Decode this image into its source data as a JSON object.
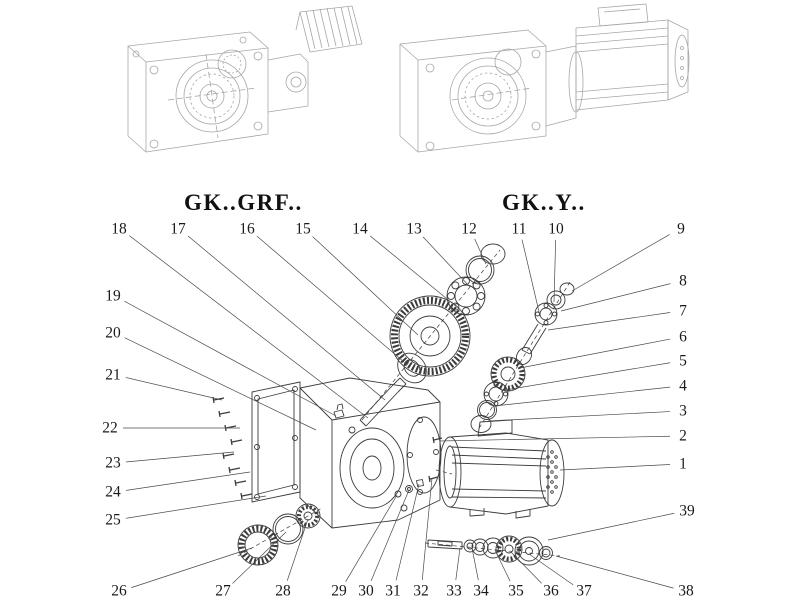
{
  "variants": [
    {
      "label": "GK..GRF.."
    },
    {
      "label": "GK..Y.."
    }
  ],
  "part_numbers": [
    "1",
    "2",
    "3",
    "4",
    "5",
    "6",
    "7",
    "8",
    "9",
    "10",
    "11",
    "12",
    "13",
    "14",
    "15",
    "16",
    "17",
    "18",
    "19",
    "20",
    "21",
    "22",
    "23",
    "24",
    "25",
    "26",
    "27",
    "28",
    "29",
    "30",
    "31",
    "32",
    "33",
    "34",
    "35",
    "36",
    "37",
    "38",
    "39"
  ],
  "colors": {
    "background": "#ffffff",
    "drawing_gray": "#a7a7a7",
    "line_dark": "#3c3c3c",
    "text": "#1a1a1a"
  }
}
